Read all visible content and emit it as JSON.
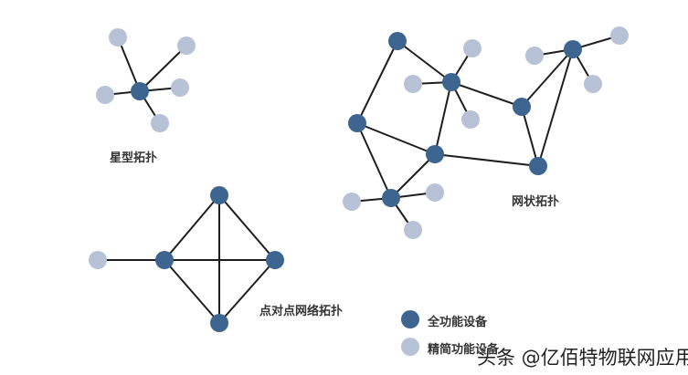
{
  "colors": {
    "full_function": "#3d6590",
    "reduced_function": "#b7c2d6",
    "link": "#1e1e1e"
  },
  "labels": {
    "star": "星型拓扑",
    "p2p": "点对点网络拓扑",
    "mesh": "网状拓扑"
  },
  "legend": [
    {
      "label": "全功能设备",
      "kind": "full"
    },
    {
      "label": "精简功能设备",
      "kind": "reduced"
    }
  ],
  "watermark": "头条 @亿佰特物联网应用"
}
